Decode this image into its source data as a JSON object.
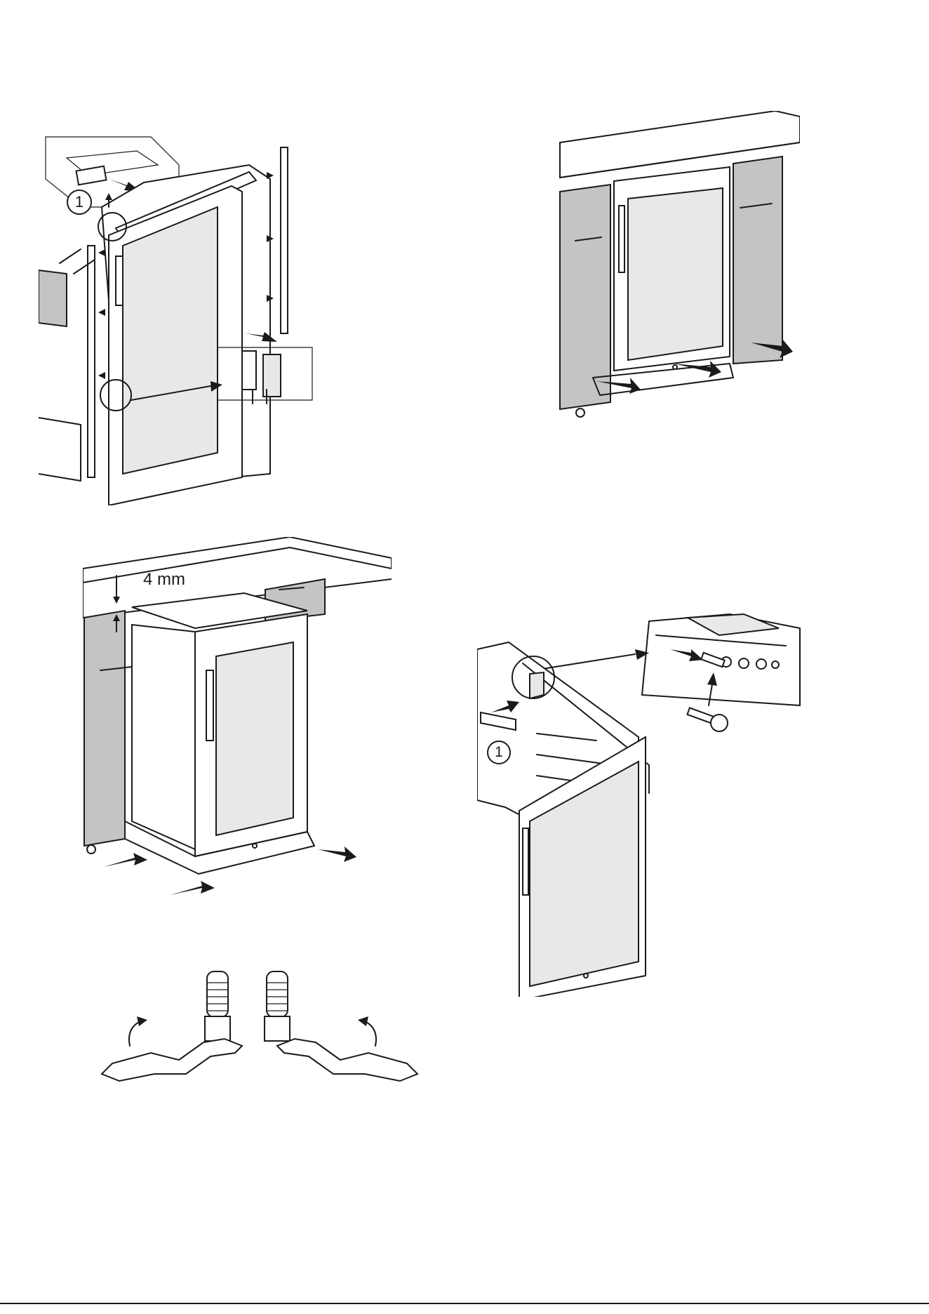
{
  "figures": {
    "fig1": {
      "callout": "1"
    },
    "fig3": {
      "gap_label": "4 mm"
    },
    "fig5": {
      "callout": "1"
    }
  },
  "colors": {
    "line": "#1a1a1a",
    "glass": "#e8e8e8",
    "wood": "#c4c4c4",
    "background": "#ffffff"
  }
}
